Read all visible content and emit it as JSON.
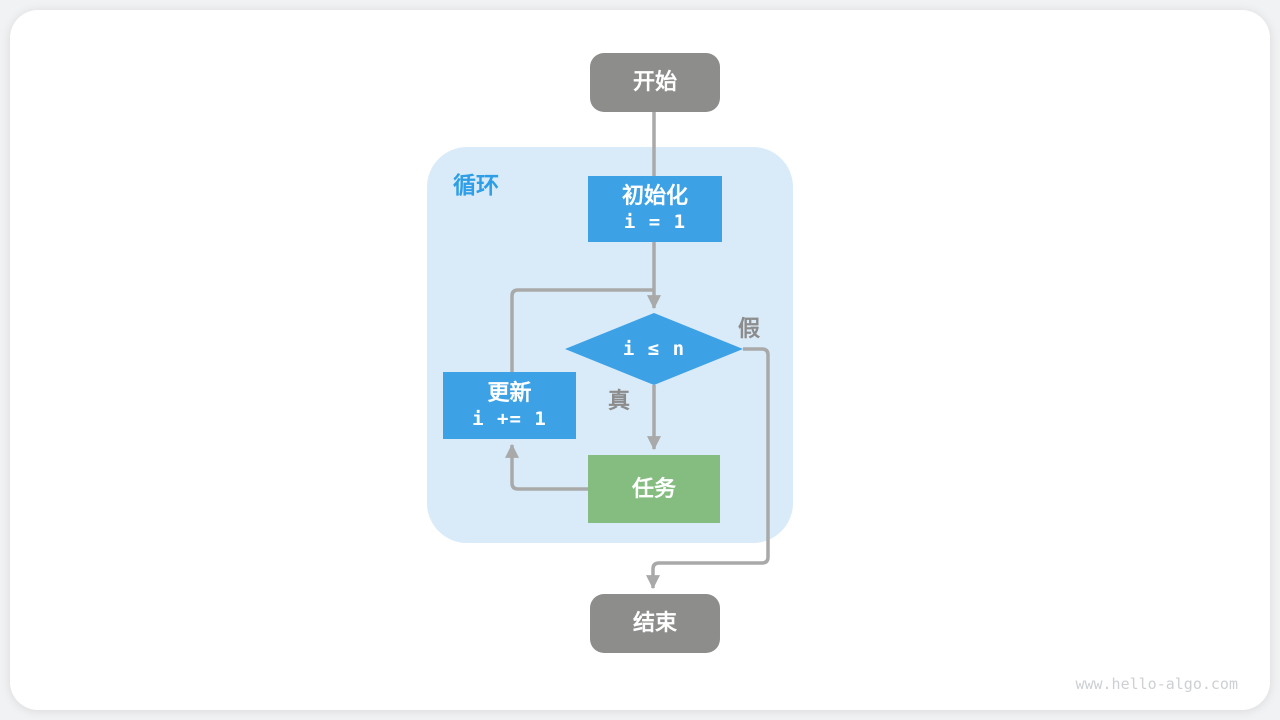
{
  "diagram": {
    "loop": {
      "label": "循环"
    },
    "nodes": {
      "start": {
        "label": "开始"
      },
      "init": {
        "title": "初始化",
        "code": "i = 1"
      },
      "condition": {
        "code": "i ≤ n"
      },
      "update": {
        "title": "更新",
        "code": "i += 1"
      },
      "task": {
        "label": "任务"
      },
      "end": {
        "label": "结束"
      }
    },
    "edges": {
      "true_label": "真",
      "false_label": "假"
    }
  },
  "watermark": "www.hello-algo.com",
  "colors": {
    "terminal_gray": "#8d8d8b",
    "process_blue": "#3da1e6",
    "task_green": "#85bc80",
    "loop_bg": "#d9eaf8",
    "loop_label_blue": "#2e9fe6",
    "edge_gray": "#a9a9a9",
    "edge_label_gray": "#8c8c8c",
    "watermark_gray": "#cdd0d3"
  }
}
